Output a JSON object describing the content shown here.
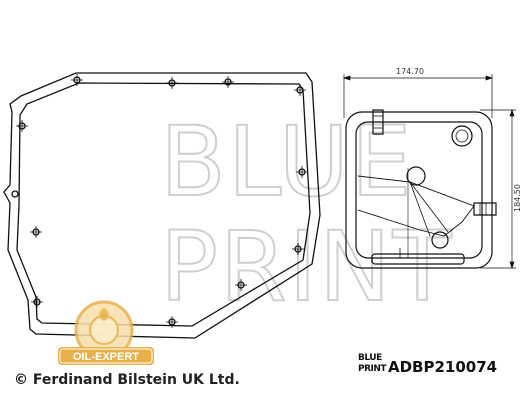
{
  "watermark": {
    "line1": "BLUE",
    "line2": "PRINT"
  },
  "dimensions": {
    "width_label": "174.70",
    "height_label": "184.50"
  },
  "badge": {
    "text": "OIL-EXPERT"
  },
  "footer": {
    "copyright": "© Ferdinand Bilstein UK Ltd.",
    "brand_line1": "BLUE",
    "brand_line2": "PRINT",
    "part_number": "ADBP210074"
  },
  "colors": {
    "line": "#111111",
    "watermark": "#cfcfcf",
    "badge_gold": "#e8b04a"
  }
}
